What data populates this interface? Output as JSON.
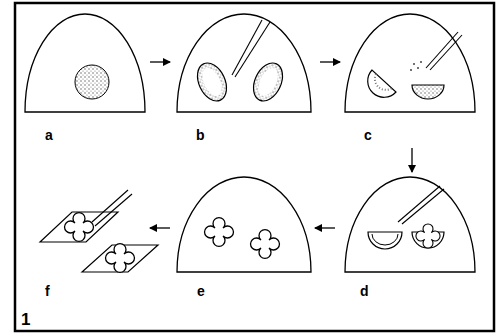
{
  "diagram": {
    "labels": [
      "a",
      "b",
      "c",
      "d",
      "e",
      "f",
      "1"
    ]
  }
}
